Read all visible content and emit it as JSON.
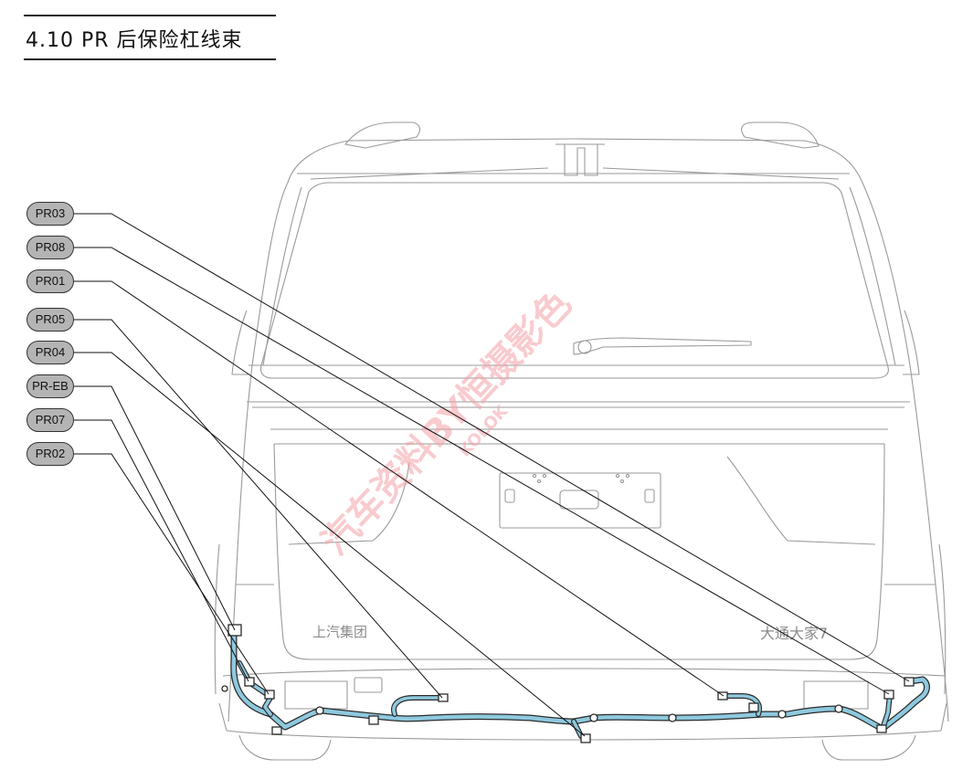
{
  "title": "4.10 PR 后保险杠线束",
  "callouts": [
    "PR03",
    "PR08",
    "PR01",
    "PR05",
    "PR04",
    "PR-EB",
    "PR07",
    "PR02"
  ],
  "vehicle_text": {
    "badge_left": "上汽集团",
    "badge_right": "大通大家7"
  },
  "watermark": "汽车资料BY恒摄影色 KOLOK",
  "colors": {
    "harness": "#8ec9de",
    "label_fill": "#b4b4b4",
    "watermark": "#f2a0a8"
  }
}
